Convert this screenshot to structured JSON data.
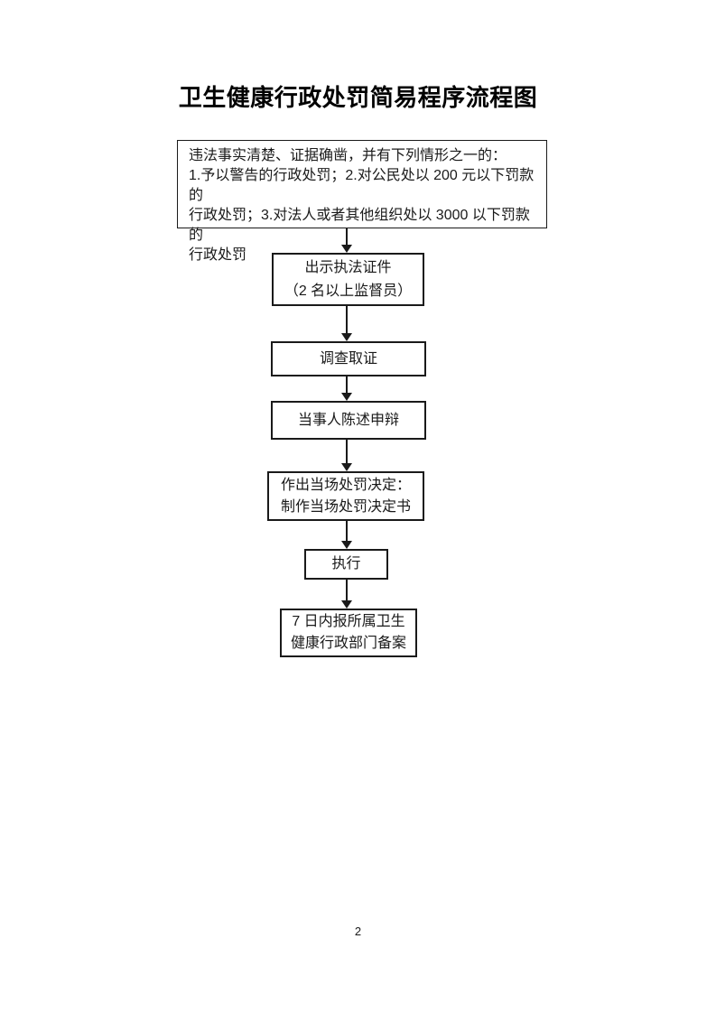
{
  "page": {
    "title": "卫生健康行政处罚简易程序流程图",
    "page_number": "2"
  },
  "colors": {
    "background": "#ffffff",
    "line": "#1a1a1a",
    "text": "#000000"
  },
  "flowchart": {
    "type": "vertical-flow",
    "nodes": [
      {
        "id": "conditions",
        "lines": [
          "违法事实清楚、证据确凿，并有下列情形之一的：",
          "1.予以警告的行政处罚；2.对公民处以 200 元以下罚款的",
          "行政处罚；3.对法人或者其他组织处以 3000 以下罚款的",
          "行政处罚"
        ]
      },
      {
        "id": "show-credentials",
        "lines": [
          "出示执法证件",
          "（2 名以上监督员）"
        ]
      },
      {
        "id": "investigate",
        "lines": [
          "调查取证"
        ]
      },
      {
        "id": "statement-defense",
        "lines": [
          "当事人陈述申辩"
        ]
      },
      {
        "id": "onsite-decision",
        "lines": [
          "作出当场处罚决定：",
          "制作当场处罚决定书"
        ]
      },
      {
        "id": "execute",
        "lines": [
          "执行"
        ]
      },
      {
        "id": "filing",
        "lines": [
          "7 日内报所属卫生",
          "健康行政部门备案"
        ]
      }
    ],
    "edges": [
      [
        "conditions",
        "show-credentials"
      ],
      [
        "show-credentials",
        "investigate"
      ],
      [
        "investigate",
        "statement-defense"
      ],
      [
        "statement-defense",
        "onsite-decision"
      ],
      [
        "onsite-decision",
        "execute"
      ],
      [
        "execute",
        "filing"
      ]
    ]
  }
}
